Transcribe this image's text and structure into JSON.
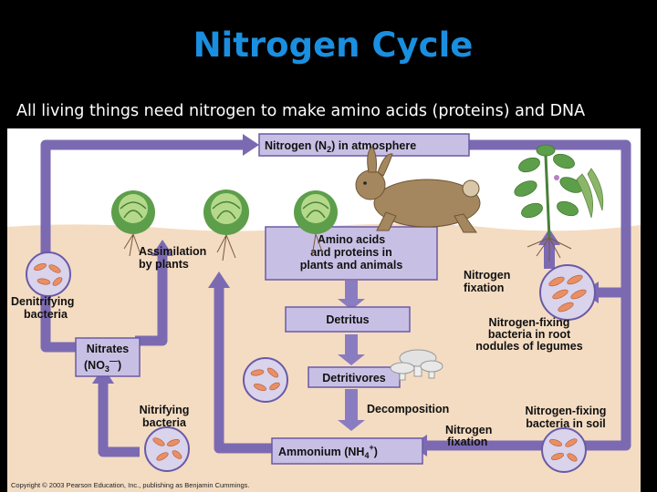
{
  "slide": {
    "title": "Nitrogen Cycle",
    "subtitle": "All living things need nitrogen to make amino acids (proteins) and DNA"
  },
  "colors": {
    "background": "#000000",
    "title": "#1a8fe0",
    "arrow_purple": "#7b6ab2",
    "arrow_purple_dark": "#52458a",
    "box_fill": "#c8c0e4",
    "sky": "#ffffff",
    "soil": "#f4dcc2",
    "bacteria_circle": "#d9d3ec",
    "bacteria_cell": "#e98f63"
  },
  "diagram": {
    "labels": {
      "atmosphere_prefix": "Nitrogen (N",
      "atmosphere_sub": "2",
      "atmosphere_suffix": ") in atmosphere",
      "amino_line1": "Amino acids",
      "amino_line2": "and proteins in",
      "amino_line3": "plants and animals",
      "assimilation_line1": "Assimilation",
      "assimilation_line2": "by plants",
      "detritus": "Detritus",
      "detritivores": "Detritivores",
      "decomposition": "Decomposition",
      "ammonium_prefix": "Ammonium (NH",
      "ammonium_sub": "4",
      "ammonium_sup": "+",
      "ammonium_suffix": ")",
      "nitrates_line1": "Nitrates",
      "nitrates_prefix": "(NO",
      "nitrates_sub": "3",
      "nitrates_sup": "—",
      "nitrates_suffix": ")",
      "denitrifying_line1": "Denitrifying",
      "denitrifying_line2": "bacteria",
      "nitrifying_line1": "Nitrifying",
      "nitrifying_line2": "bacteria",
      "fixation_top_line1": "Nitrogen",
      "fixation_top_line2": "fixation",
      "fixing_root_line1": "Nitrogen-fixing",
      "fixing_root_line2": "bacteria in root",
      "fixing_root_line3": "nodules of legumes",
      "fixing_soil_line1": "Nitrogen-fixing",
      "fixing_soil_line2": "bacteria in soil",
      "fixation_bottom_line1": "Nitrogen",
      "fixation_bottom_line2": "fixation"
    },
    "copyright": "Copyright © 2003 Pearson Education, Inc., publishing as Benjamin Cummings."
  }
}
